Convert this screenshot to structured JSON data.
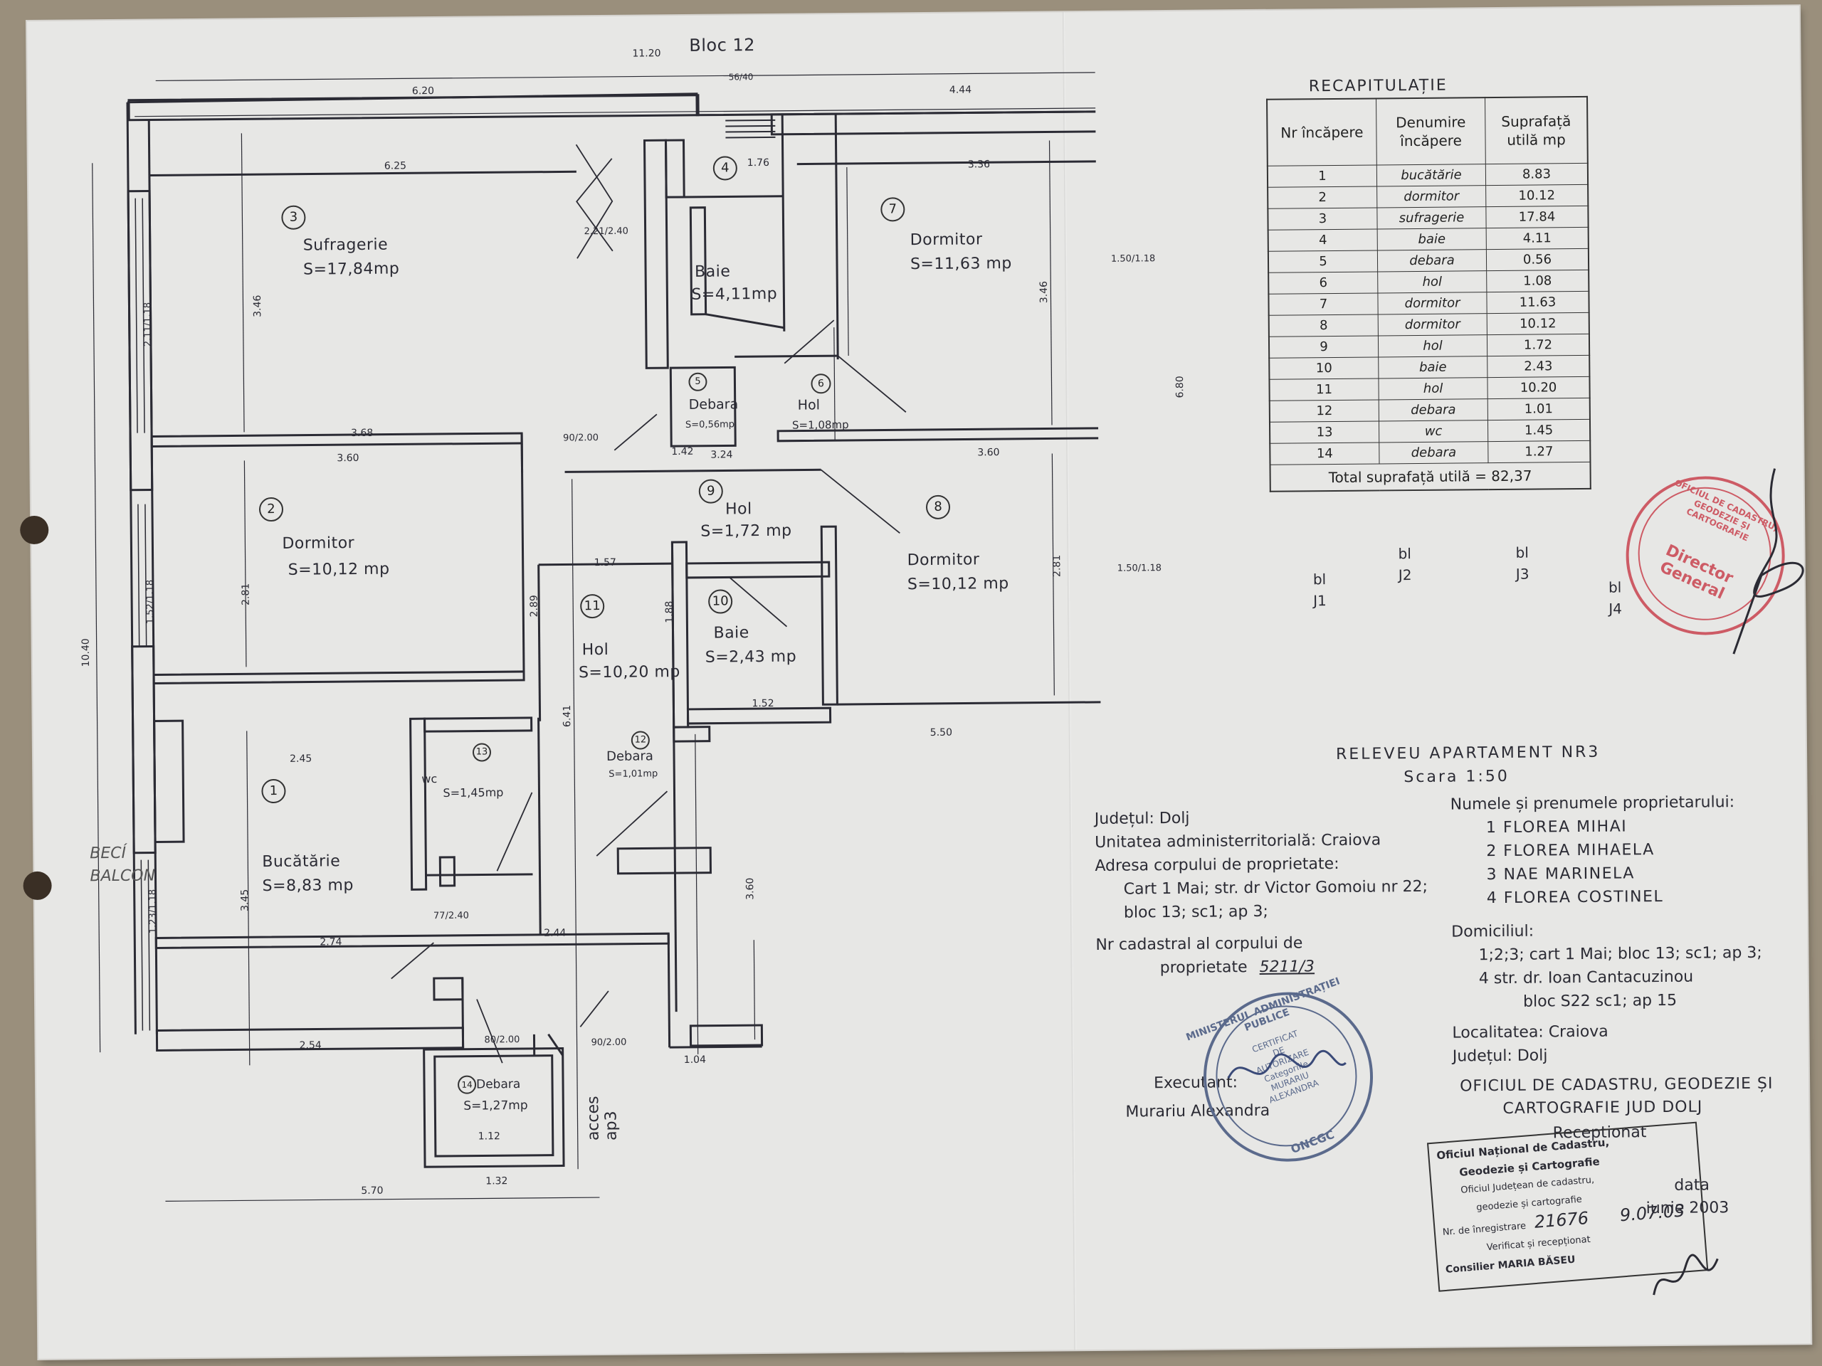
{
  "drawing": {
    "block": "Bloc 12",
    "overall_width": "11.20",
    "rooms": [
      {
        "num": "3",
        "name": "Sufragerie",
        "area": "S=17,84mp"
      },
      {
        "num": "4",
        "name": "Baie",
        "area": "S=4,11mp"
      },
      {
        "num": "7",
        "name": "Dormitor",
        "area": "S=11,63 mp"
      },
      {
        "num": "5",
        "name": "Debara",
        "area": "S=0,56mp"
      },
      {
        "num": "6",
        "name": "Hol",
        "area": "S=1,08mp"
      },
      {
        "num": "2",
        "name": "Dormitor",
        "area": "S=10,12 mp"
      },
      {
        "num": "9",
        "name": "Hol",
        "area": "S=1,72 mp"
      },
      {
        "num": "8",
        "name": "Dormitor",
        "area": "S=10,12 mp"
      },
      {
        "num": "11",
        "name": "Hol",
        "area": "S=10,20 mp"
      },
      {
        "num": "10",
        "name": "Baie",
        "area": "S=2,43 mp"
      },
      {
        "num": "13",
        "name": "wc",
        "area": "S=1,45mp"
      },
      {
        "num": "12",
        "name": "Debara",
        "area": "S=1,01mp"
      },
      {
        "num": "1",
        "name": "Bucătărie",
        "area": "S=8,83 mp"
      },
      {
        "num": "14",
        "name": "Debara",
        "area": "S=1,27mp"
      }
    ],
    "dims": {
      "d620": "6.20",
      "d444": "4.44",
      "d5640": "56/40",
      "d625": "6.25",
      "d336": "3.36",
      "d176": "1.76",
      "d346a": "3.46",
      "d346b": "3.46",
      "d368": "3.68",
      "d360a": "3.60",
      "d324": "3.24",
      "d360b": "3.60",
      "d142": "1.42",
      "d281a": "2.81",
      "d281b": "2.81",
      "d289": "2.89",
      "d157": "1.57",
      "d641": "6.41",
      "d188": "1.88",
      "d152": "1.52",
      "d550": "5.50",
      "d245": "2.45",
      "d274": "2.74",
      "d244": "2.44",
      "d254": "2.54",
      "d570": "5.70",
      "d132": "1.32",
      "d104": "1.04",
      "d112": "1.12",
      "d1040": "10.40",
      "d680": "6.80",
      "d360c": "3.60",
      "d345": "3.45",
      "d9200": "90/2.00",
      "d9200b": "90/2.00",
      "d8200": "80/2.00",
      "d7240": "77/2.40",
      "d221": "2.21/2.40",
      "d150a": "1.50/1.18",
      "d150b": "1.50/1.18",
      "d152b": "1.52/1.18",
      "d211": "2.11/1.18",
      "d123": "1.23/1.18"
    },
    "beci_balcon": "BECÍ BALCON",
    "acces": "acces ap3"
  },
  "recap": {
    "title": "RECAPITULAȚIE",
    "headers": [
      "Nr încăpere",
      "Denumire încăpere",
      "Suprafață utilă mp"
    ],
    "rows": [
      [
        "1",
        "bucătărie",
        "8.83"
      ],
      [
        "2",
        "dormitor",
        "10.12"
      ],
      [
        "3",
        "sufragerie",
        "17.84"
      ],
      [
        "4",
        "baie",
        "4.11"
      ],
      [
        "5",
        "debara",
        "0.56"
      ],
      [
        "6",
        "hol",
        "1.08"
      ],
      [
        "7",
        "dormitor",
        "11.63"
      ],
      [
        "8",
        "dormitor",
        "10.12"
      ],
      [
        "9",
        "hol",
        "1.72"
      ],
      [
        "10",
        "baie",
        "2.43"
      ],
      [
        "11",
        "hol",
        "10.20"
      ],
      [
        "12",
        "debara",
        "1.01"
      ],
      [
        "13",
        "wc",
        "1.45"
      ],
      [
        "14",
        "debara",
        "1.27"
      ]
    ],
    "total_label": "Total suprafață utilă =",
    "total_value": "82,37"
  },
  "schema": {
    "labels": [
      "bl J1",
      "bl J2",
      "bl J3",
      "bl J4"
    ]
  },
  "doc": {
    "title": "RELEVEU APARTAMENT NR3",
    "scale": "Scara 1:50",
    "judet": "Județul: Dolj",
    "unitate": "Unitatea administerritorială: Craiova",
    "adresa_label": "Adresa corpului de proprietate:",
    "adresa_1": "Cart 1 Mai; str. dr Victor Gomoiu nr 22;",
    "adresa_2": "bloc 13; sc1; ap 3;",
    "nr_cad_1": "Nr cadastral al corpului de",
    "nr_cad_2": "proprietate",
    "nr_cad_val": "5211/3",
    "owners_label": "Numele și prenumele proprietarului:",
    "owners": [
      "1 FLOREA MIHAI",
      "2 FLOREA MIHAELA",
      "3 NAE MARINELA",
      "4 FLOREA COSTINEL"
    ],
    "domiciliu_label": "Domiciliul:",
    "domiciliu_1": "1;2;3; cart 1 Mai; bloc 13; sc1; ap 3;",
    "domiciliu_2": "4   str. dr. Ioan Cantacuzinou",
    "domiciliu_3": "bloc S22 sc1; ap 15",
    "localitatea": "Localitatea: Craiova",
    "judetul": "Județul: Dolj",
    "executant_label": "Executant:",
    "executant_name": "Murariu Alexandra",
    "office_1": "OFICIUL DE CADASTRU, GEODEZIE ȘI",
    "office_2": "CARTOGRAFIE JUD DOLJ",
    "receptionat": "Receptionat",
    "data_label": "data",
    "data_value": "iunie 2003"
  },
  "stamps": {
    "round_ring": "MINISTERUL ADMINISTRAȚIEI PUBLICE",
    "round_inner": [
      "CERTIFICAT",
      "DE",
      "AUTORIZARE",
      "Categoriile",
      "MURARIU",
      "ALEXANDRA"
    ],
    "round_bottom": "ONCGC",
    "red_ring": "OFICIUL DE CADASTRU, GEODEZIE ȘI CARTOGRAFIE",
    "red_inner": "Director General",
    "rect_1": "Oficiul Național de Cadastru,",
    "rect_2": "Geodezie și Cartografie",
    "rect_3": "Oficiul Județean de cadastru,",
    "rect_4": "geodezie și cartografie",
    "rect_5": "Nr. de înregistrare",
    "rect_nr": "21676",
    "rect_date": "9.07.03",
    "rect_6": "Verificat și recepționat",
    "rect_7": "Consilier MARIA BĂSEU"
  },
  "colors": {
    "ink": "#2b2b34",
    "stamp_blue": "#5b6a8c",
    "stamp_red": "#c9434f"
  }
}
